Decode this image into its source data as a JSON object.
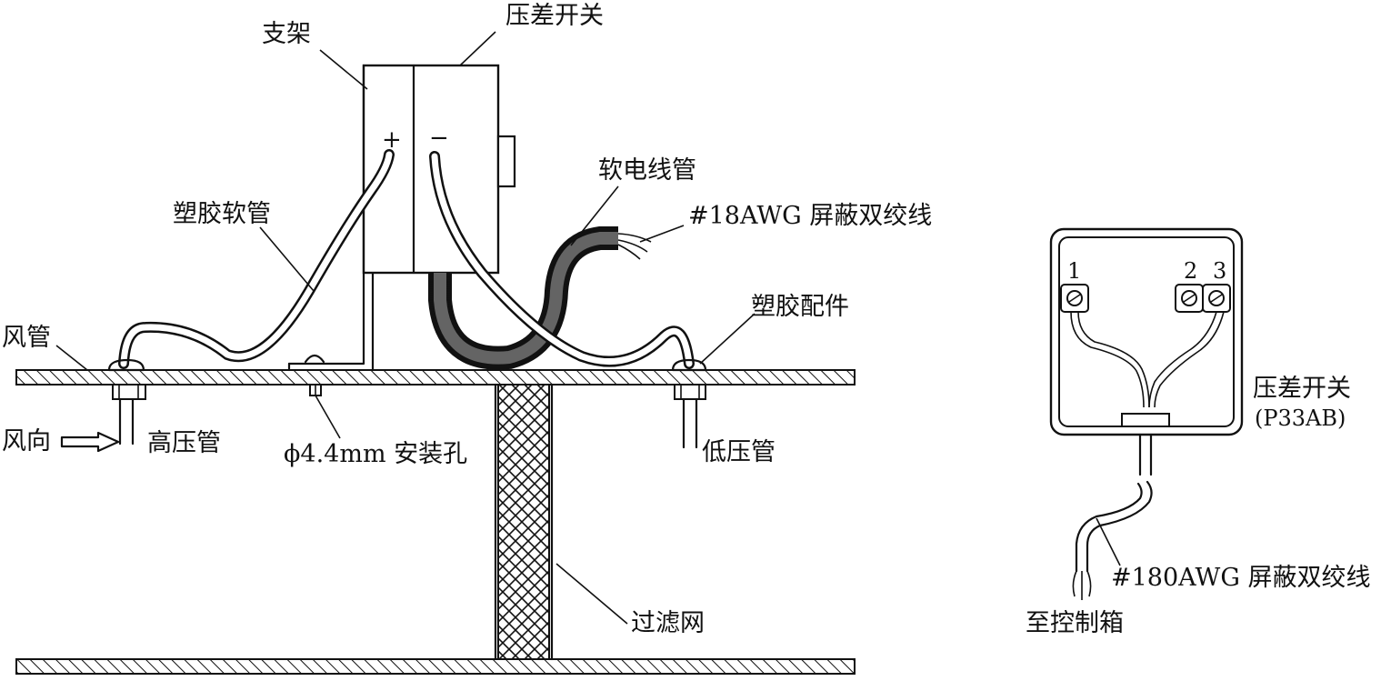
{
  "diagram": {
    "left": {
      "bracket_label": "支架",
      "switch_label": "压差开关",
      "plus_sign": "+",
      "minus_sign": "−",
      "soft_conduit_label": "软电线管",
      "cable_label": "#18AWG 屏蔽双绞线",
      "hose_label": "塑胶软管",
      "fitting_label": "塑胶配件",
      "duct_label": "风管",
      "wind_dir_label": "风向",
      "high_pressure_label": "高压管",
      "hole_label": "ϕ4.4mm 安装孔",
      "low_pressure_label": "低压管",
      "filter_label": "过滤网"
    },
    "right": {
      "terminal_1": "1",
      "terminal_2": "2",
      "terminal_3": "3",
      "switch_label": "压差开关",
      "model_label": "(P33AB)",
      "cable_label": "#180AWG 屏蔽双绞线",
      "destination_label": "至控制箱"
    }
  }
}
